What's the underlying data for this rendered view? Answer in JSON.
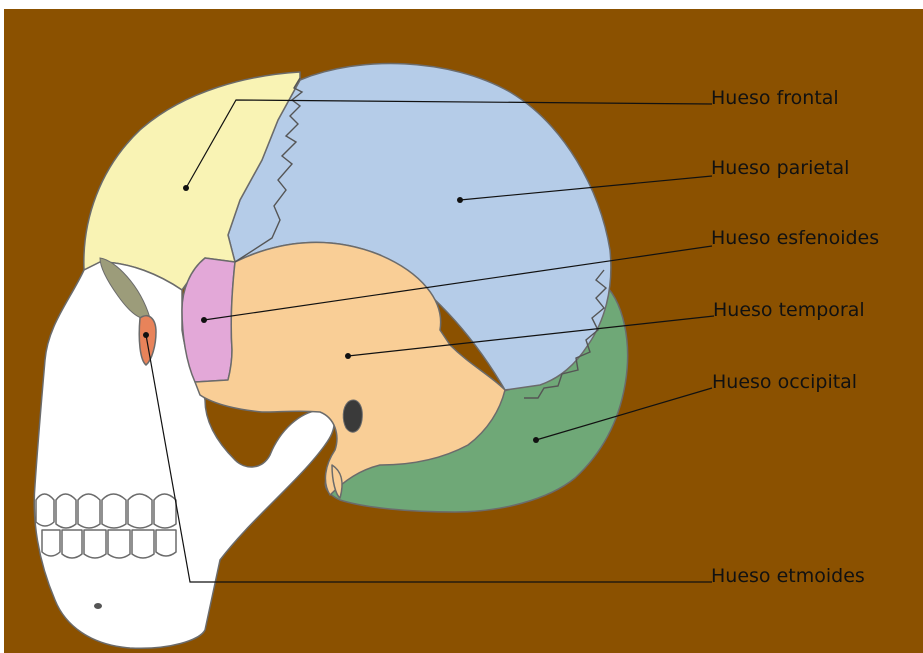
{
  "colors": {
    "background": "#8B5100",
    "frontal": "#F9F3B4",
    "parietal": "#B5CCE8",
    "sphenoid": "#E3A8D8",
    "temporal": "#F9CE96",
    "occipital": "#6FA877",
    "ethmoid": "#E8835A",
    "face": "#FFFFFF"
  },
  "labels": {
    "frontal": "Hueso frontal",
    "parietal": "Hueso parietal",
    "sphenoid": "Hueso esfenoides",
    "temporal": "Hueso temporal",
    "occipital": "Hueso occipital",
    "ethmoid": "Hueso etmoides"
  }
}
